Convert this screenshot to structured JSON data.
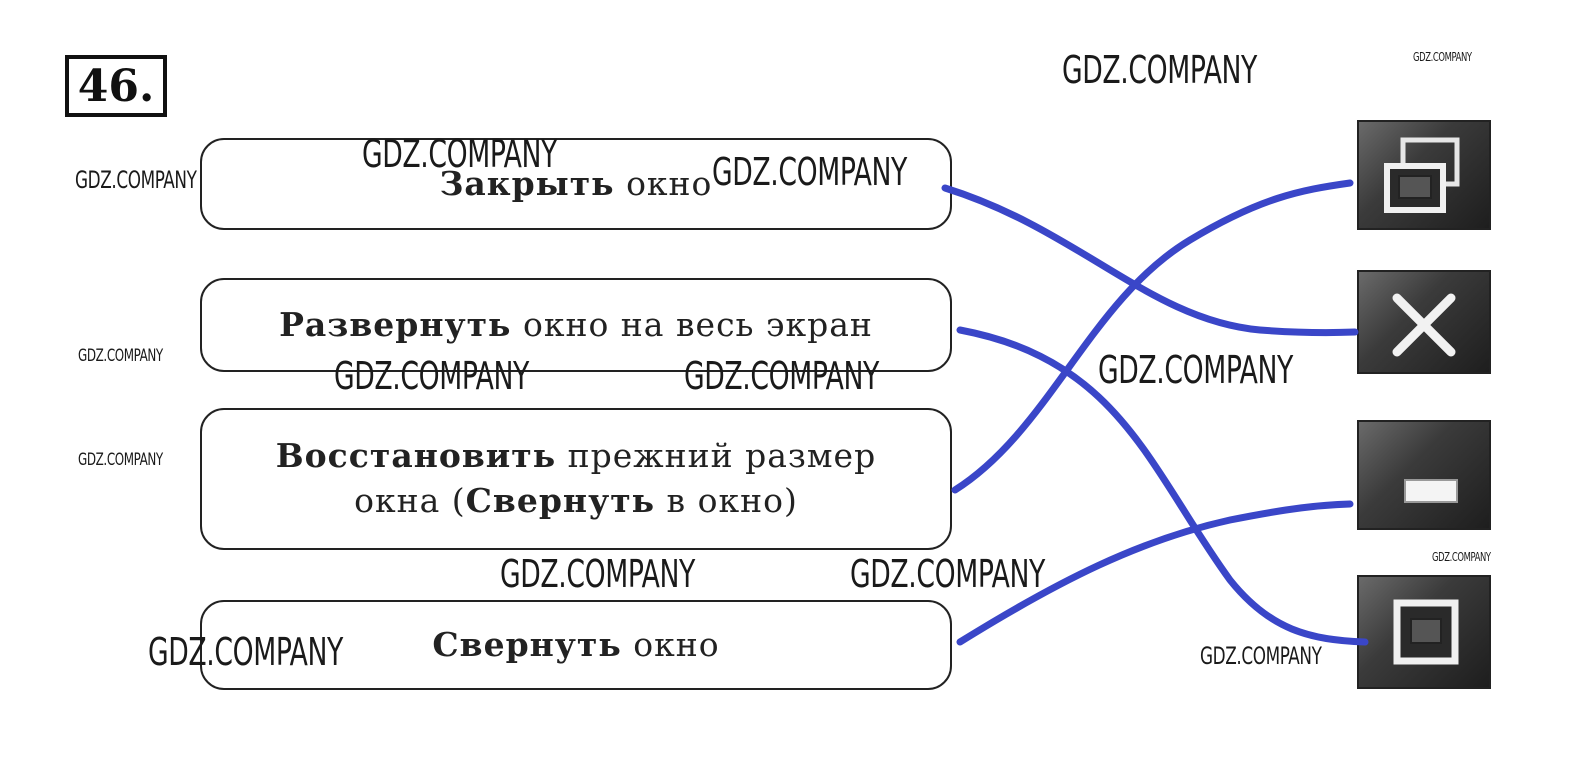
{
  "task": {
    "number": "46."
  },
  "actions": [
    {
      "id": "close",
      "bold": "Закрыть",
      "rest": " окно"
    },
    {
      "id": "maximize",
      "bold": "Развернуть",
      "rest": " окно на весь экран"
    },
    {
      "id": "restore",
      "bold1": "Восстановить",
      "rest1": " прежний размер",
      "rest2a": "окна (",
      "bold2": "Свернуть",
      "rest2b": " в окно)"
    },
    {
      "id": "minimize",
      "bold": "Свернуть",
      "rest": " окно"
    }
  ],
  "icons": [
    {
      "name": "restore-window-icon"
    },
    {
      "name": "close-x-icon"
    },
    {
      "name": "minimize-bar-icon"
    },
    {
      "name": "maximize-square-icon"
    }
  ],
  "connections": [
    {
      "from": "close",
      "to": "close-x-icon"
    },
    {
      "from": "maximize",
      "to": "maximize-square-icon"
    },
    {
      "from": "restore",
      "to": "restore-window-icon"
    },
    {
      "from": "minimize",
      "to": "minimize-bar-icon"
    }
  ],
  "connector_color": "#3a46c8",
  "watermark_text": "GDZ.COMPANY"
}
